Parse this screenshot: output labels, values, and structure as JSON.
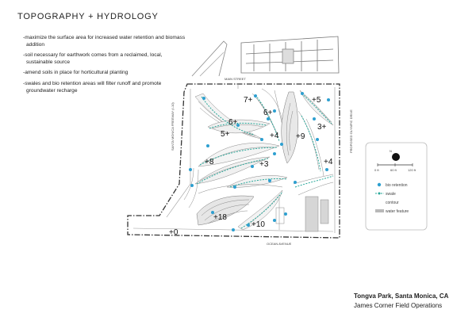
{
  "title": "TOPOGRAPHY + HYDROLOGY",
  "bullets": [
    "-maximize the surface area for increased water retention and biomass addition",
    "-soil necessary for earthwork comes from a reclaimed, local, sustainable source",
    "-amend soils in place for horticultural planting",
    "-swales and bio retention areas will filter runoff and promote groundwater recharge"
  ],
  "streets": {
    "main": "MAIN STREET",
    "ocean": "OCEAN AVENUE",
    "freeway": "SANTA MONICA FREEWAY (I-10)",
    "olympic": "PROPOSED OLYMPIC DRIVE"
  },
  "elevations": [
    {
      "label": "7+"
    },
    {
      "label": "6+"
    },
    {
      "label": "+5"
    },
    {
      "label": "6+"
    },
    {
      "label": "5+"
    },
    {
      "label": "+4"
    },
    {
      "label": "+9"
    },
    {
      "label": "3+"
    },
    {
      "label": "+8"
    },
    {
      "label": "+3"
    },
    {
      "label": "+4"
    },
    {
      "label": "+18"
    },
    {
      "label": "+10"
    },
    {
      "label": "+0"
    }
  ],
  "legend": {
    "scale": [
      "0 ft",
      "60 ft",
      "120 ft"
    ],
    "items": [
      {
        "label": "bio retention"
      },
      {
        "label": "swale"
      },
      {
        "label": "contour"
      },
      {
        "label": "water feature"
      }
    ],
    "north": "N",
    "colors": {
      "bio": "#2d9fd0",
      "swale": "#2aa89a",
      "water": "#b8b8b8"
    }
  },
  "caption": {
    "line1": "Tongva Park, Santa Monica, CA",
    "line2": "James Corner Field Operations"
  }
}
